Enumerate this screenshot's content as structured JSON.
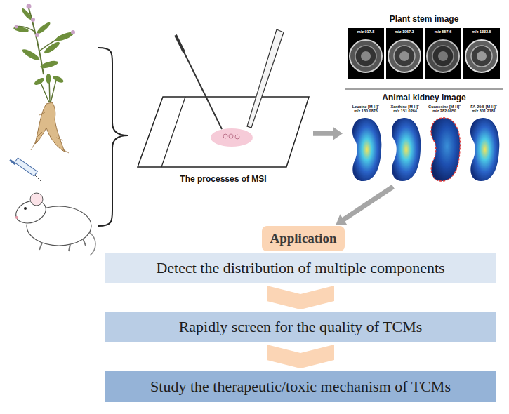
{
  "diagram": {
    "nodes": [
      {
        "text": [
          "The processes of MSI"
        ]
      },
      {
        "text": [
          "Plant stem image",
          "m/z 917.8",
          "m/z 1067.3",
          "m/z 557.6",
          "m/z 1333.5"
        ]
      },
      {
        "text": [
          "Animal kidney image",
          "Leucine [M-H]⁻",
          "m/z 130.0876",
          "Xanthine [M-H]⁻",
          "m/z 151.0264",
          "Guanosine [M-H]⁻",
          "m/z 282.0850",
          "FA-20:5 [M-H]⁻",
          "m/z 301.2181"
        ]
      },
      {
        "text": [
          "Application"
        ]
      },
      {
        "text": [
          "Detect the distribution of multiple components"
        ]
      },
      {
        "text": [
          "Rapidly screen for the quality of TCMs"
        ]
      },
      {
        "text": [
          "Study the therapeutic/toxic mechanism of TCMs"
        ]
      }
    ],
    "edges": [
      {
        "from": 0,
        "to": 2,
        "arrow": "to"
      },
      {
        "from": 2,
        "to": 3,
        "arrow": "to"
      },
      {
        "from": 4,
        "to": 5,
        "arrow": "to"
      },
      {
        "from": 5,
        "to": 6,
        "arrow": "to"
      }
    ]
  }
}
